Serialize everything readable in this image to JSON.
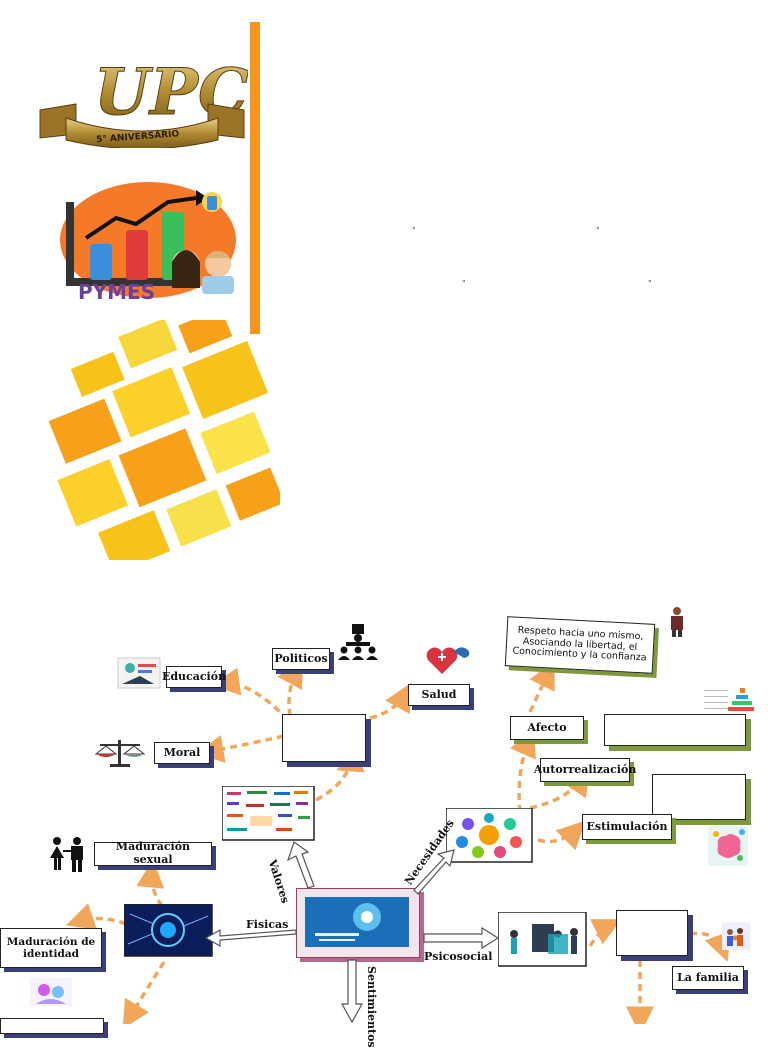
{
  "logo": {
    "text": "UPC",
    "ribbon": "5° ANIVERSARIO"
  },
  "pymes": {
    "text": "PYMES"
  },
  "quote_box": {
    "text": "Respeto hacia uno mismo, Asociando la libertad, el Conocimiento y la confianza"
  },
  "labels": {
    "educacion": "Educación",
    "politicos": "Politicos",
    "salud": "Salud",
    "moral": "Moral",
    "afecto": "Afecto",
    "autorrealizacion": "Autorrealización",
    "estimulacion": "Estimulación",
    "maduracion_sexual": "Maduración sexual",
    "maduracion_identidad": "Maduración de identidad",
    "familia": "La familia",
    "fisicas": "Fisicas",
    "psicosocial": "Psicosocial",
    "valores": "Valores",
    "necesidades": "Necesidades",
    "sentimientos": "Sentimientos"
  },
  "colors": {
    "accent_orange": "#f7941d",
    "dashed_arrow": "#f2a65a",
    "box_shadow_blue": "#3a3f7a",
    "box_shadow_green": "#7c9a3c"
  }
}
